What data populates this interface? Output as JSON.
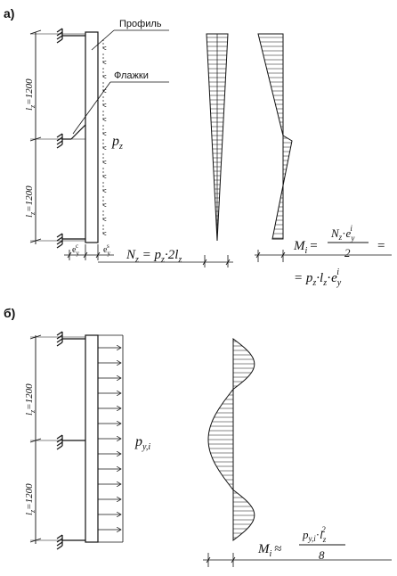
{
  "part_a": {
    "label": "а)",
    "callout_profile": "Профиль",
    "callout_flags": "Флажки",
    "dim_top": "l",
    "dim_top_sub": "z",
    "dim_top_val": "=1200",
    "dim_bottom": "l",
    "dim_bottom_sub": "z",
    "dim_bottom_val": "=1200",
    "load_p": "p",
    "load_sub": "z",
    "ecc_left": "e",
    "ecc_left_sub": "y",
    "ecc_left_sup": "c",
    "ecc_right": "e",
    "ecc_right_sub": "y",
    "ecc_right_sup": "s",
    "formula_n": "N",
    "formula_n_sub": "z",
    "formula_n_rest1": " = p",
    "formula_n_rest1_sub": "z",
    "formula_n_rest2": "·2l",
    "formula_n_rest2_sub": "z",
    "formula_m_lhs": "M",
    "formula_m_lhs_sub": "i",
    "formula_m_eq": "=",
    "formula_m_num_n": "N",
    "formula_m_num_n_sub": "z",
    "formula_m_num_dot": "·",
    "formula_m_num_e": "e",
    "formula_m_num_e_sub": "y",
    "formula_m_num_e_sup": "i",
    "formula_m_den": "2",
    "formula_m_eq2": "=",
    "formula_m_line2": "= p",
    "formula_m_line2_sub1": "z",
    "formula_m_line2_mid": "·l",
    "formula_m_line2_sub2": "z",
    "formula_m_line2_dot": "·",
    "formula_m_line2_e": "e",
    "formula_m_line2_e_sub": "y",
    "formula_m_line2_e_sup": "i"
  },
  "part_b": {
    "label": "б)",
    "dim_top": "l",
    "dim_top_sub": "z",
    "dim_top_val": "=1200",
    "dim_bottom": "l",
    "dim_bottom_sub": "z",
    "dim_bottom_val": "=1200",
    "load_p": "p",
    "load_sub": "y,i",
    "formula_lhs": "M",
    "formula_lhs_sub": "i",
    "formula_approx": "≈",
    "formula_num_p": "p",
    "formula_num_p_sub": "y,i",
    "formula_num_dot": "·",
    "formula_num_l": "l",
    "formula_num_l_sub": "z",
    "formula_num_l_sup": "2",
    "formula_den": "8"
  }
}
